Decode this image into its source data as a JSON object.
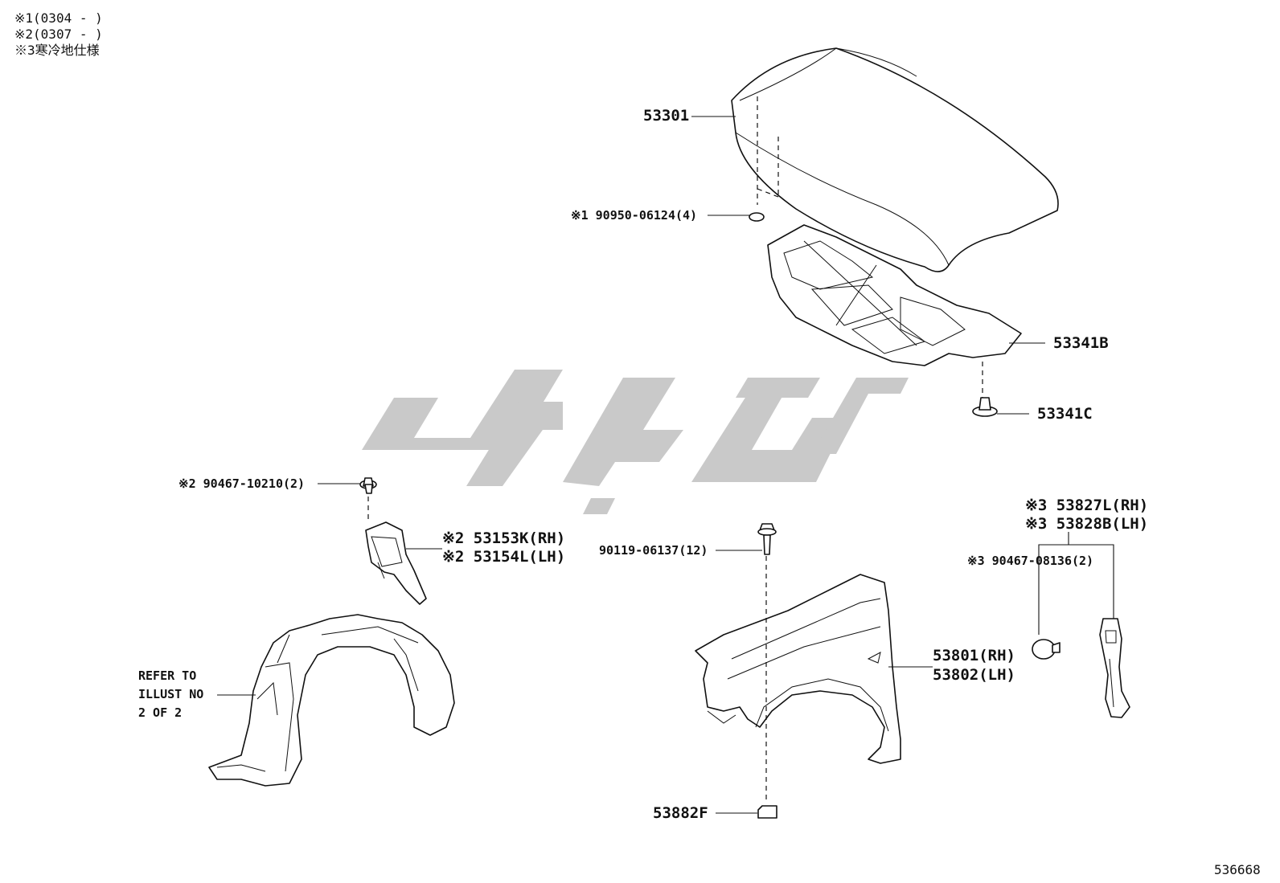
{
  "notes": [
    "※1(0304 -      )",
    "※2(0307 -      )",
    "※3寒冷地仕様"
  ],
  "watermark": {
    "color": "#c8c8c8"
  },
  "labels": {
    "hood": "53301",
    "hood_bolt": "※1 90950-06124(4)",
    "insulator": "53341B",
    "insulator_clip": "53341C",
    "liner_clip": "※2 90467-10210(2)",
    "seal_rh": "※2 53153K(RH)",
    "seal_lh": "※2 53154L(LH)",
    "fender_bolt": "90119-06137(12)",
    "fender_rh": "53801(RH)",
    "fender_lh": "53802(LH)",
    "nut": "53882F",
    "shield_rh": "※3 53827L(RH)",
    "shield_lh": "※3 53828B(LH)",
    "shield_clip": "※3 90467-08136(2)",
    "refer_1": "REFER TO",
    "refer_2": "ILLUST NO",
    "refer_3": "2 OF 2"
  },
  "diagram_id": "536668"
}
